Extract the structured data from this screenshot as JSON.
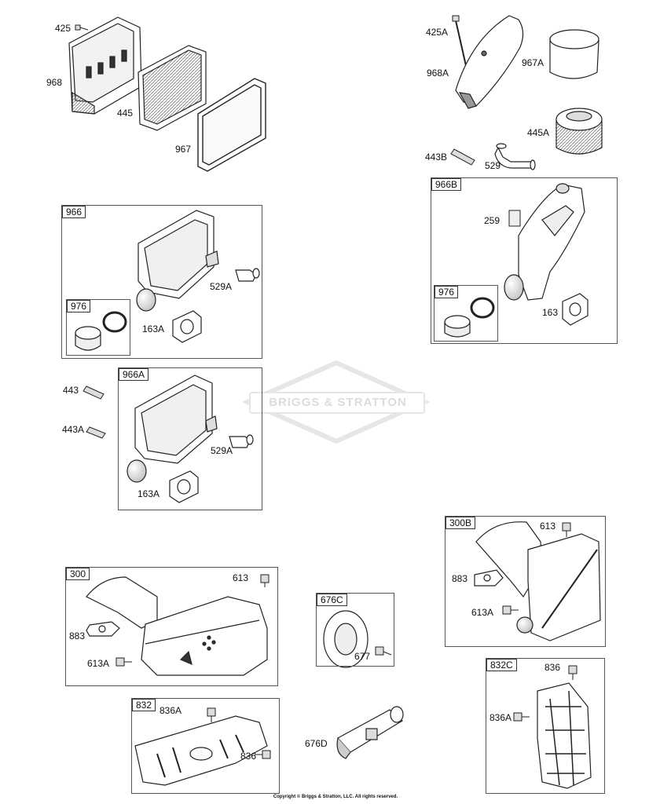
{
  "watermark": "BRIGGS & STRATTON",
  "copyright": "Copyright © Briggs & Stratton, LLC. All rights reserved.",
  "groups": {
    "g966": "966",
    "g976a": "976",
    "g966a": "966A",
    "g966b": "966B",
    "g976b": "976",
    "g300": "300",
    "g300b": "300B",
    "g676c": "676C",
    "g832": "832",
    "g832c": "832C"
  },
  "parts": {
    "p425": "425",
    "p968": "968",
    "p445": "445",
    "p967": "967",
    "p425a": "425A",
    "p968a": "968A",
    "p967a": "967A",
    "p445a": "445A",
    "p443b": "443B",
    "p529": "529",
    "p529a_1": "529A",
    "p163a_1": "163A",
    "p443": "443",
    "p443a": "443A",
    "p529a_2": "529A",
    "p163a_2": "163A",
    "p259": "259",
    "p163": "163",
    "p613_1": "613",
    "p883_1": "883",
    "p613a_1": "613A",
    "p677": "677",
    "p613_2": "613",
    "p883_2": "883",
    "p613a_2": "613A",
    "p836a_1": "836A",
    "p836_1": "836",
    "p676d": "676D",
    "p836_2": "836",
    "p836a_2": "836A"
  }
}
